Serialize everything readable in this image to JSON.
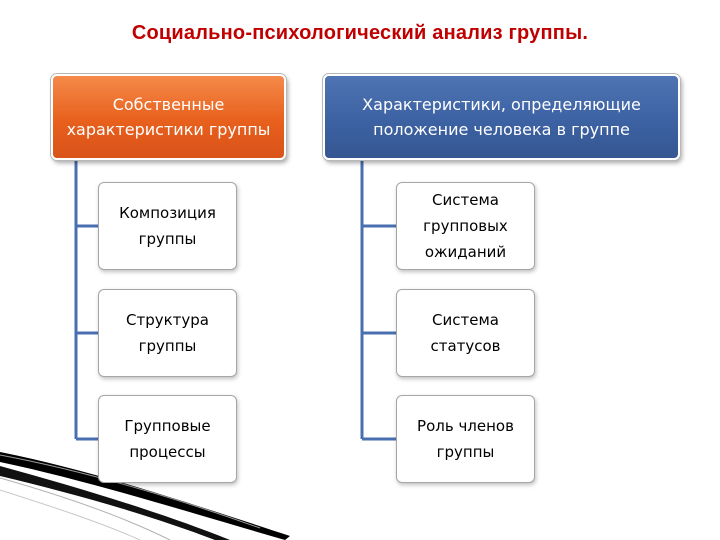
{
  "title": "Социально-психологический анализ группы.",
  "left_branch": {
    "header": "Собственные характеристики группы",
    "color": "#e8601c",
    "children": [
      "Композиция группы",
      "Структура группы",
      "Групповые процессы"
    ]
  },
  "right_branch": {
    "header": "Характеристики, определяющие положение человека в группе",
    "color": "#3d62a3",
    "children": [
      "Система групповых ожиданий",
      "Система статусов",
      "Роль членов группы"
    ]
  },
  "connector_color": "#4a6fb0"
}
